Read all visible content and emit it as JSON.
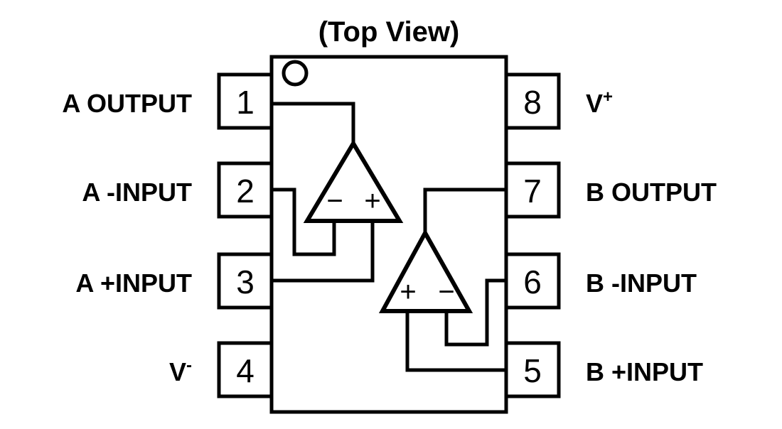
{
  "diagram": {
    "title": "(Top View)",
    "package_type": "8-pin dual op-amp",
    "colors": {
      "line": "#000000",
      "background": "#ffffff",
      "text": "#000000"
    },
    "pin_indicator_icon": "circle-dot-icon"
  },
  "pins": {
    "left": [
      {
        "number": "1",
        "label": "A OUTPUT"
      },
      {
        "number": "2",
        "label": "A -INPUT"
      },
      {
        "number": "3",
        "label": "A +INPUT"
      },
      {
        "number": "4",
        "label": "V",
        "superscript": "-"
      }
    ],
    "right": [
      {
        "number": "8",
        "label": "V",
        "superscript": "+"
      },
      {
        "number": "7",
        "label": "B OUTPUT"
      },
      {
        "number": "6",
        "label": "B -INPUT"
      },
      {
        "number": "5",
        "label": "B +INPUT"
      }
    ]
  },
  "amplifiers": [
    {
      "name": "A",
      "left_terminal": "−",
      "right_terminal": "+"
    },
    {
      "name": "B",
      "left_terminal": "+",
      "right_terminal": "−"
    }
  ]
}
